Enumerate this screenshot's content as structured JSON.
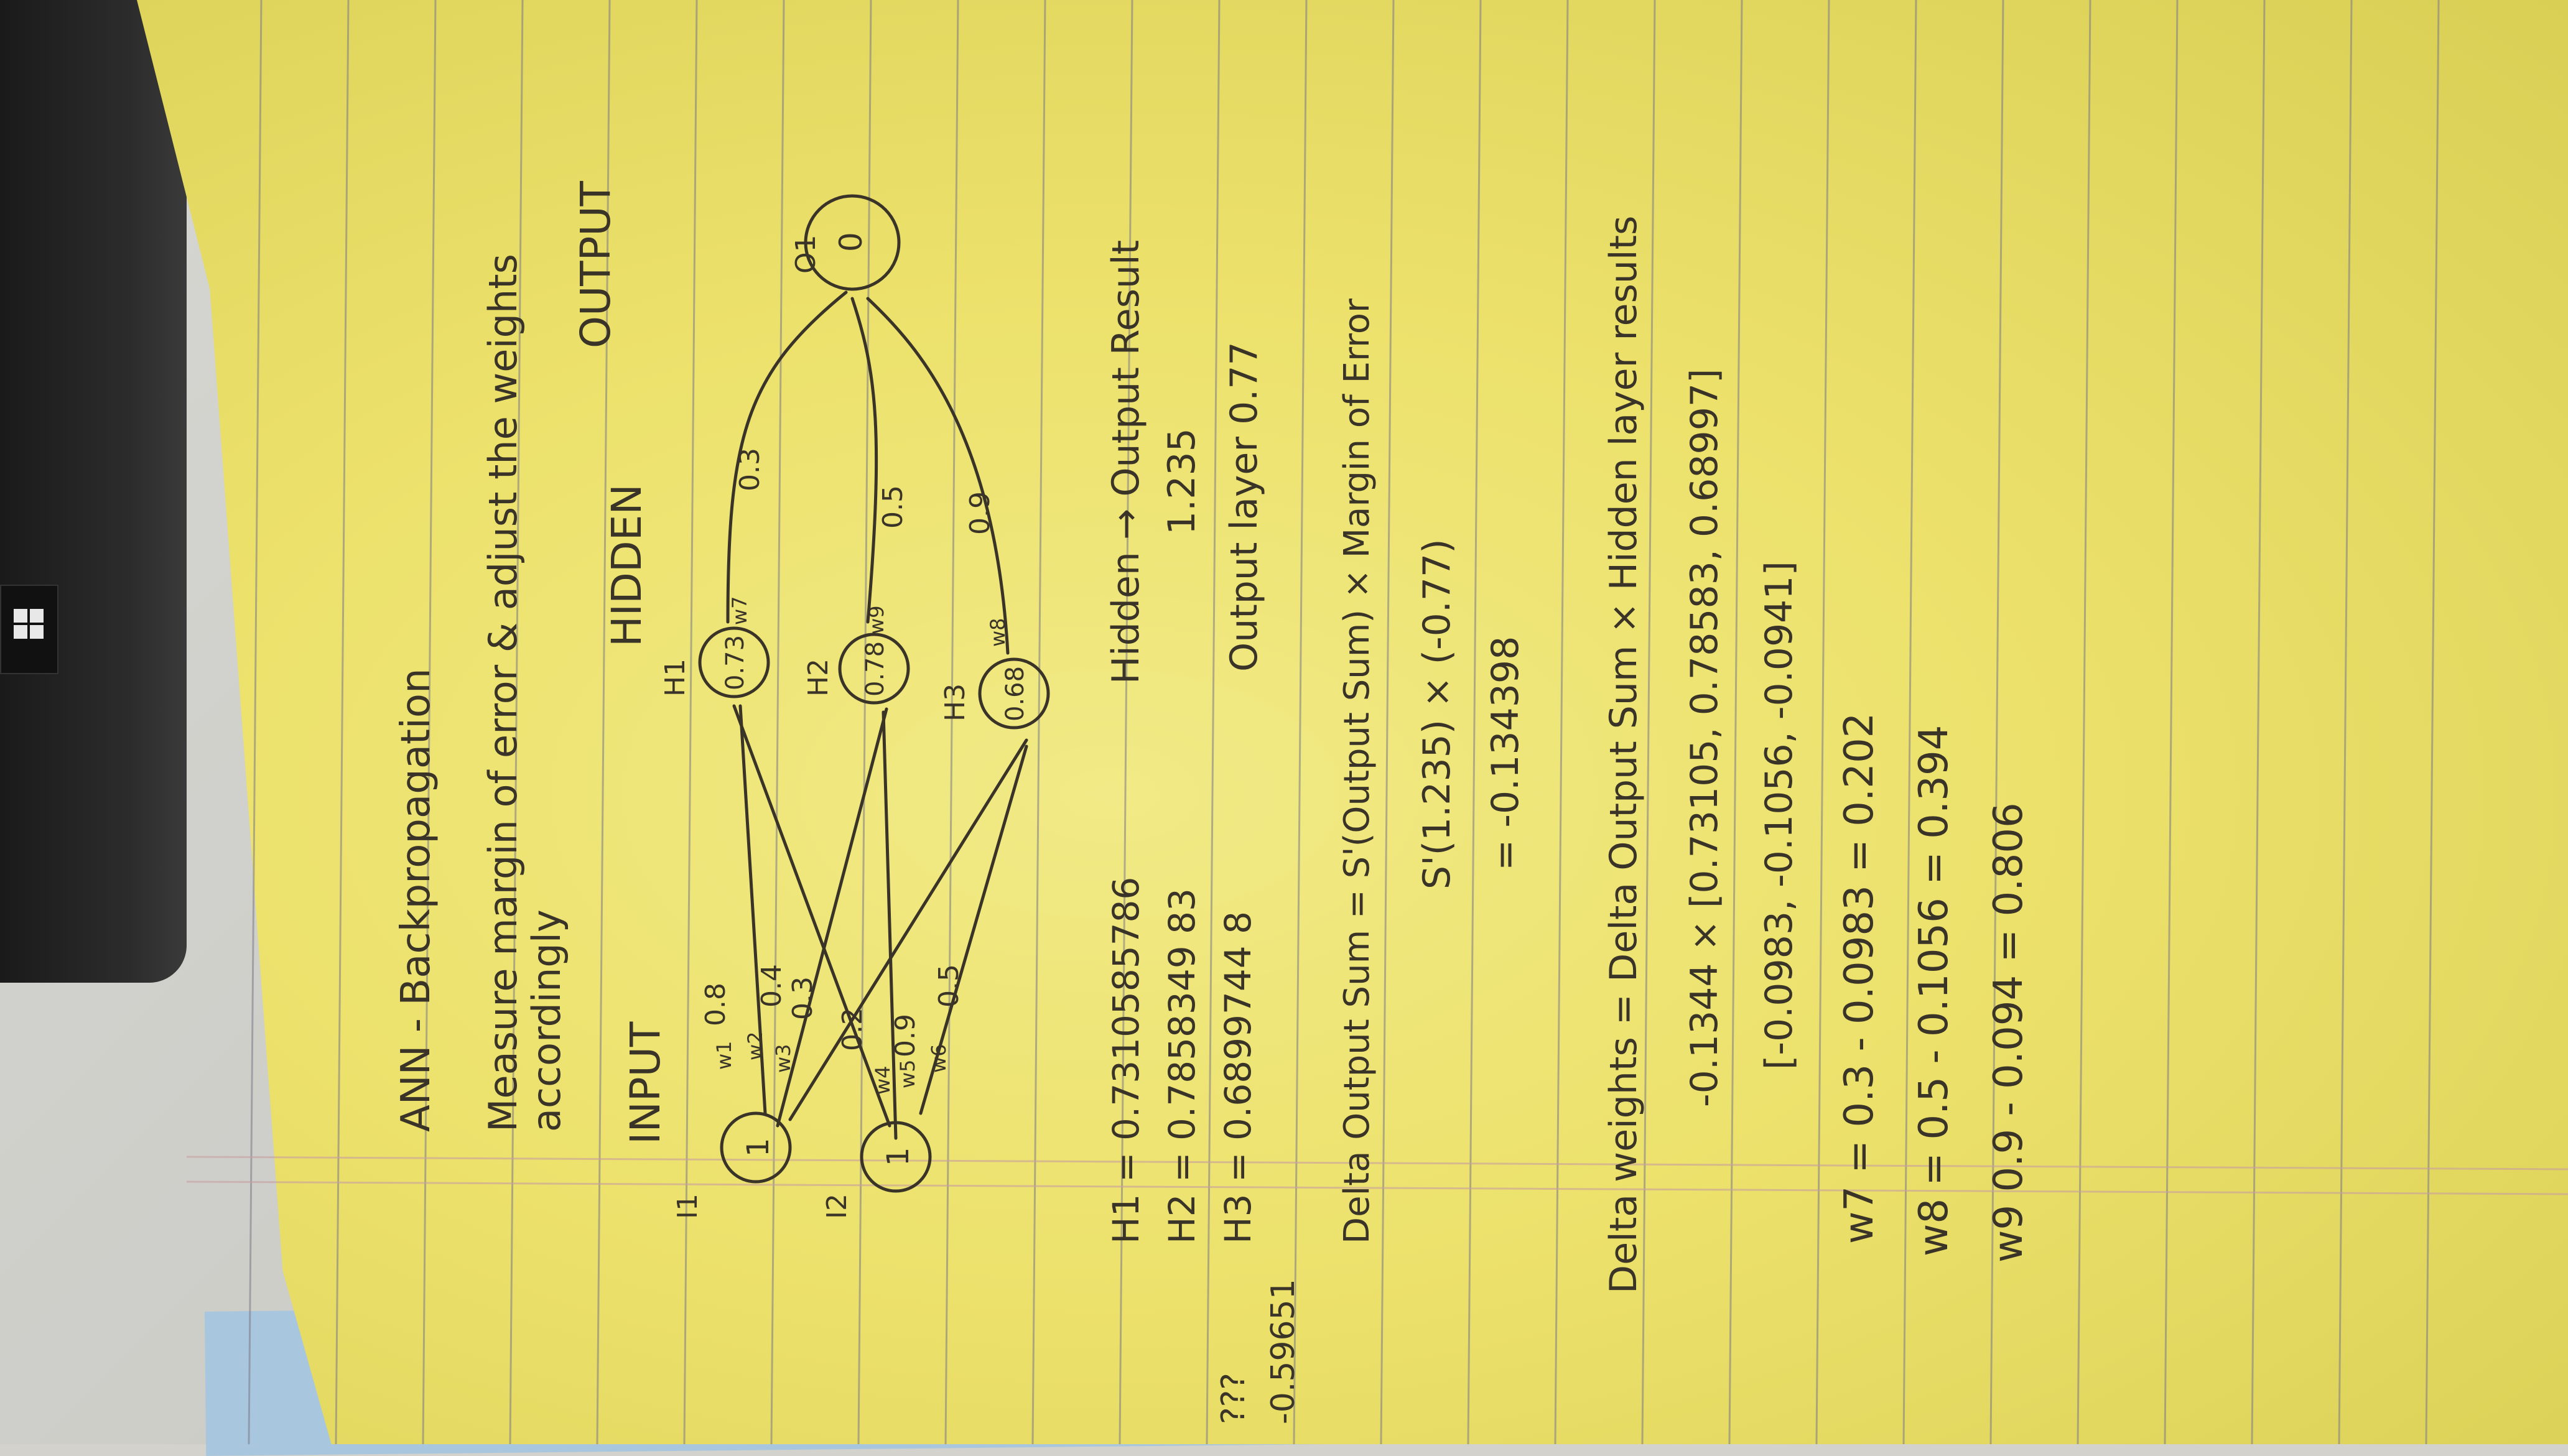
{
  "notes": {
    "title": "ANN - Backpropagation",
    "line1": "Measure margin of error & adjust the weights",
    "line2": "accordingly",
    "input_label": "INPUT",
    "hidden_label": "HIDDEN",
    "output_label": "OUTPUT",
    "node_i1": "I1",
    "node_i2": "I2",
    "node_h1": "H1",
    "node_h2": "H2",
    "node_h3": "H3",
    "node_o1": "O1",
    "input_value": "1",
    "h1_value": "0.73",
    "h2_value": "0.78",
    "h3_value": "0.68",
    "output_value": "0",
    "w1": "w1",
    "w2": "w2",
    "w3": "w3",
    "w4": "w4",
    "w5": "w5",
    "w6": "w6",
    "w7": "w7",
    "w8": "w8",
    "w9": "w9",
    "weight_08": "0.8",
    "weight_04": "0.4",
    "weight_03a": "0.3",
    "weight_02": "0.2",
    "weight_09a": "0.9",
    "weight_05a": "0.5",
    "weight_03b": "0.3",
    "weight_05b": "0.5",
    "weight_09b": "0.9",
    "h1_result": "H1 = 0.7310585786",
    "h2_result": "H2 = 0.7858349 83",
    "h3_result": "H3 = 0.6899744 8",
    "hidden_to_output": "Hidden → Output Result",
    "sum_value": "1.235",
    "output_layer": "Output layer 0.77",
    "delta_output_sum": "Delta Output Sum = S'(Output Sum) × Margin of Error",
    "delta_eq2": "S'(1.235) × (-0.77)",
    "delta_eq3": "= -0.134398",
    "question_marks": "???",
    "margin_note": "-0.59651",
    "delta_weights": "Delta weights = Delta Output Sum × Hidden layer results",
    "dw_line1": "-0.1344 × [0.73105, 0.78583, 0.68997]",
    "dw_line2": "[-0.0983, -0.1056, -0.0941]",
    "w7_line": "w7 = 0.3 - 0.0983 = 0.202",
    "w8_line": "w8 = 0.5 - 0.1056 = 0.394",
    "w9_line": "w9 0.9 - 0.094 = 0.806"
  },
  "colors": {
    "paper": "#ece16b",
    "ink": "#3a3428",
    "rule_lines": "#7b7a86",
    "keyboard": "#1f1f1f",
    "blue_paper": "#a8c6dd"
  }
}
